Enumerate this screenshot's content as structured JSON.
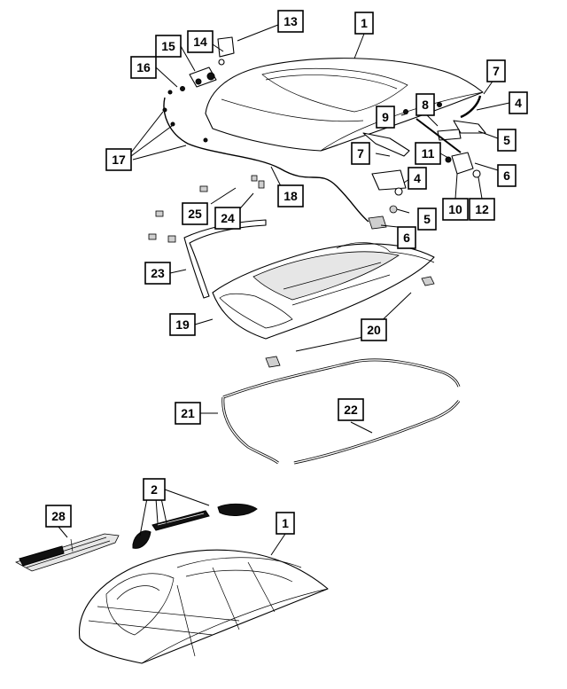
{
  "callouts": {
    "c1_top": "1",
    "c13": "13",
    "c14": "14",
    "c15": "15",
    "c16": "16",
    "c17": "17",
    "c7_a": "7",
    "c8": "8",
    "c4_a": "4",
    "c9": "9",
    "c5_a": "5",
    "c7_b": "7",
    "c11": "11",
    "c6_a": "6",
    "c4_b": "4",
    "c10": "10",
    "c12": "12",
    "c5_b": "5",
    "c6_b": "6",
    "c18": "18",
    "c25": "25",
    "c24": "24",
    "c23": "23",
    "c19": "19",
    "c20": "20",
    "c21": "21",
    "c22": "22",
    "c2": "2",
    "c28": "28",
    "c1_bottom": "1"
  }
}
